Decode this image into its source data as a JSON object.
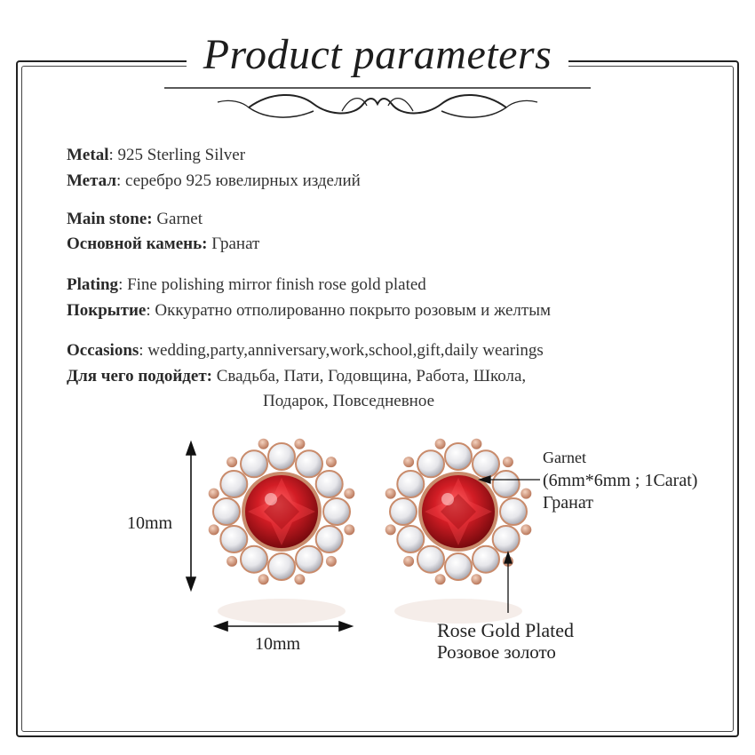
{
  "header": {
    "title": "Product parameters"
  },
  "specs": {
    "metal_en_label": "Metal",
    "metal_en_value": ": 925 Sterling Silver",
    "metal_ru_label": "Метал",
    "metal_ru_value": ": серебро 925 ювелирных изделий",
    "stone_en_label": "Main stone:",
    "stone_en_value": " Garnet",
    "stone_ru_label": "Основной камень:",
    "stone_ru_value": " Гранат",
    "plating_en_label": "Plating",
    "plating_en_value": ": Fine polishing mirror finish rose gold plated",
    "plating_ru_label": "Покрытие",
    "plating_ru_value": ": Оккуратно отполированно  покрыто розовым и желтым",
    "occasions_en_label": "Occasions",
    "occasions_en_value": ": wedding,party,anniversary,work,school,gift,daily wearings",
    "occasions_ru_label": "Для чего подойдет:",
    "occasions_ru_value": "  Свадьба, Пати, Годовщина, Работа, Школа,",
    "occasions_ru_value2": "Подарок, Повседневное"
  },
  "dimensions": {
    "height": "10mm",
    "width": "10mm"
  },
  "callouts": {
    "stone_name": "Garnet",
    "stone_size": "(6mm*6mm ; 1Carat)",
    "stone_ru": "Гранат",
    "plating_en": "Rose Gold Plated",
    "plating_ru": "Розовое золото"
  },
  "colors": {
    "garnet": "#c8161d",
    "rose_gold": "#c98b6b",
    "text": "#2a2a2a"
  }
}
